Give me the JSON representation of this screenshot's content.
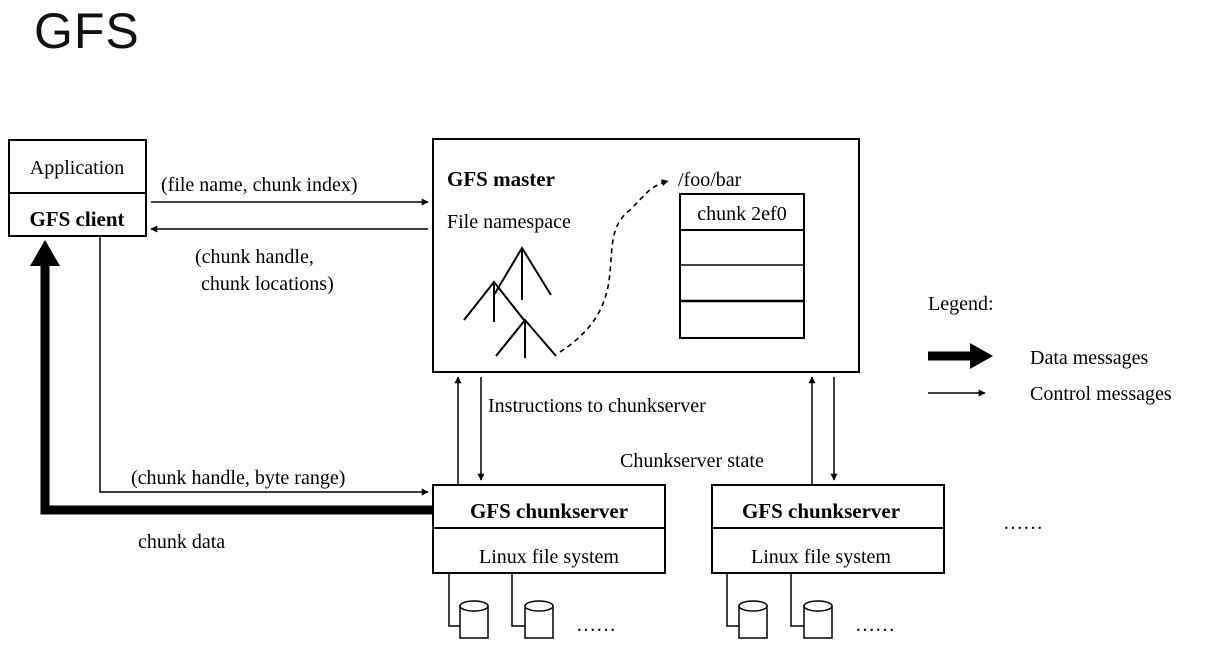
{
  "slide": {
    "title": "GFS"
  },
  "diagram": {
    "client": {
      "application": "Application",
      "gfs_client": "GFS client"
    },
    "master": {
      "title": "GFS master",
      "namespace": "File namespace",
      "path": "/foo/bar",
      "chunk_entry": "chunk 2ef0"
    },
    "messages": {
      "request": "(file name, chunk index)",
      "reply_line1": "(chunk handle,",
      "reply_line2": "chunk locations)",
      "instructions": "Instructions to chunkserver",
      "state": "Chunkserver state",
      "read_request": "(chunk handle, byte range)",
      "chunk_data": "chunk data"
    },
    "chunkservers": [
      {
        "title": "GFS chunkserver",
        "fs": "Linux file system",
        "more_disks": "……"
      },
      {
        "title": "GFS chunkserver",
        "fs": "Linux file system",
        "more_disks": "……"
      }
    ],
    "more_servers": "……",
    "legend": {
      "title": "Legend:",
      "data": "Data messages",
      "control": "Control messages"
    }
  }
}
